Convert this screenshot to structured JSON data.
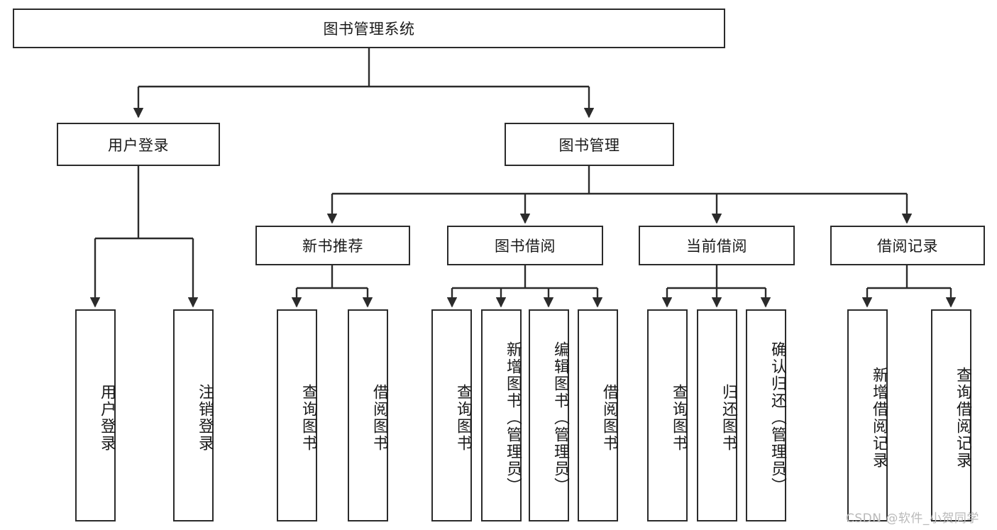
{
  "diagram": {
    "title": "图书管理系统",
    "type": "tree-hierarchy-chart",
    "colors": {
      "box_border": "#2b2b2b",
      "box_fill": "#ffffff",
      "connector": "#2b2b2b",
      "background": "#ffffff",
      "watermark": "#b9b9b9"
    },
    "levels": {
      "root": {
        "label": "图书管理系统"
      },
      "level2": [
        {
          "label": "用户登录"
        },
        {
          "label": "图书管理"
        }
      ],
      "level3": [
        {
          "label": "新书推荐"
        },
        {
          "label": "图书借阅"
        },
        {
          "label": "当前借阅"
        },
        {
          "label": "借阅记录"
        }
      ],
      "leaves": {
        "user_login": [
          {
            "label": "用户登录"
          },
          {
            "label": "注销登录"
          }
        ],
        "new_book_recommend": [
          {
            "label": "查询图书"
          },
          {
            "label": "借阅图书"
          }
        ],
        "book_borrow": [
          {
            "label": "查询图书"
          },
          {
            "label": "新增图书（管理员）"
          },
          {
            "label": "编辑图书（管理员）"
          },
          {
            "label": "借阅图书"
          }
        ],
        "current_borrow": [
          {
            "label": "查询图书"
          },
          {
            "label": "归还图书"
          },
          {
            "label": "确认归还（管理员）"
          }
        ],
        "borrow_record": [
          {
            "label": "新增借阅记录"
          },
          {
            "label": "查询借阅记录"
          }
        ]
      }
    },
    "watermark": "CSDN @软件_小贺同学"
  }
}
